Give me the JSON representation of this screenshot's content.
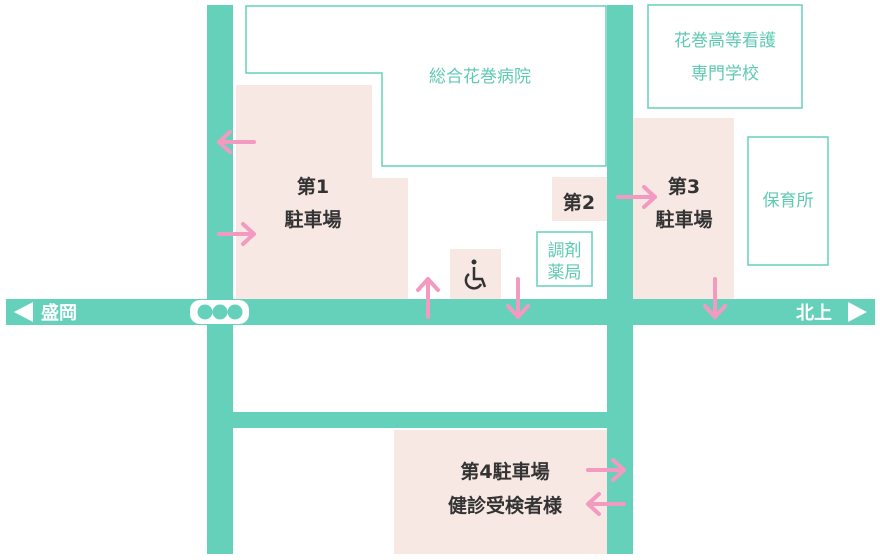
{
  "roads": {
    "west_label": "盛岡",
    "east_label": "北上"
  },
  "buildings": {
    "hospital": "総合花巻病院",
    "school_line1": "花巻高等看護",
    "school_line2": "専門学校",
    "nursery": "保育所",
    "pharmacy_line1": "調剤",
    "pharmacy_line2": "薬局"
  },
  "parking": {
    "p1_line1": "第1",
    "p1_line2": "駐車場",
    "p2": "第2",
    "p3_line1": "第3",
    "p3_line2": "駐車場",
    "p4_line1": "第4駐車場",
    "p4_line2": "健診受検者様"
  },
  "colors": {
    "road": "#66d1bb",
    "parking": "#f8e8e4",
    "arrow": "#f29ac0"
  }
}
